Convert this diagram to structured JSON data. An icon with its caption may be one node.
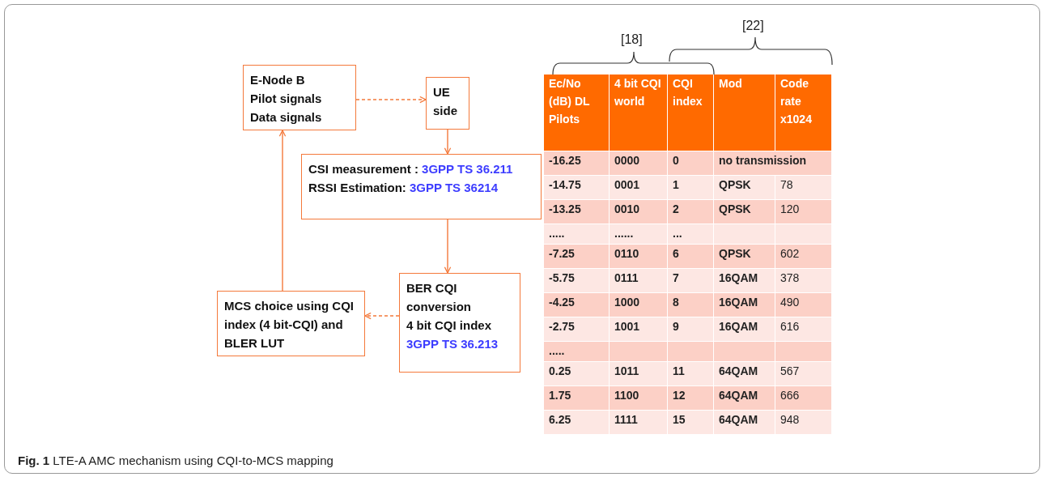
{
  "diagram": {
    "caption": "**Fig. 1** LTE-A AMC mechanism using CQI-to-MCS mapping",
    "nodes": [
      {
        "text": [
          "E-Node B",
          "Pilot signals",
          "Data signals"
        ]
      },
      {
        "text": [
          "UE side"
        ]
      },
      {
        "text": [
          "CSI measurement :",
          "3GPP TS 36.211",
          "RSSI Estimation:",
          "3GPP TS 36214"
        ]
      },
      {
        "text": [
          "BER CQI conversion",
          "4 bit CQI index",
          "3GPP TS 36.213"
        ]
      },
      {
        "text": [
          "MCS choice using CQI index (4 bit-CQI) and BLER LUT"
        ]
      }
    ],
    "edges": [
      {
        "from": 0,
        "to": 1,
        "arrow": "to",
        "style": "dashed"
      },
      {
        "from": 1,
        "to": 2,
        "arrow": "to"
      },
      {
        "from": 2,
        "to": 3,
        "arrow": "to"
      },
      {
        "from": 3,
        "to": 4,
        "arrow": "to",
        "style": "dashed"
      },
      {
        "from": 4,
        "to": 0,
        "arrow": "to"
      }
    ],
    "labels": [
      "[18]",
      "[22]",
      "Ec/No (dB) DL Pilots",
      "4 bit CQI world",
      "CQI index",
      "Mod",
      "Code rate x1024",
      "-16.25",
      "0000",
      "0",
      "no transmission",
      "-14.75",
      "0001",
      "1",
      "QPSK",
      "78",
      "-13.25",
      "0010",
      "2",
      "QPSK",
      "120",
      ".....",
      "......",
      "...",
      "-7.25",
      "0110",
      "6",
      "QPSK",
      "602",
      "-5.75",
      "0111",
      "7",
      "16QAM",
      "378",
      "-4.25",
      "1000",
      "8",
      "16QAM",
      "490",
      "-2.75",
      "1001",
      "9",
      "16QAM",
      "616",
      ".....",
      "0.25",
      "1011",
      "11",
      "64QAM",
      "567",
      "1.75",
      "1100",
      "12",
      "64QAM",
      "666",
      "6.25",
      "1111",
      "15",
      "64QAM",
      "948"
    ]
  }
}
